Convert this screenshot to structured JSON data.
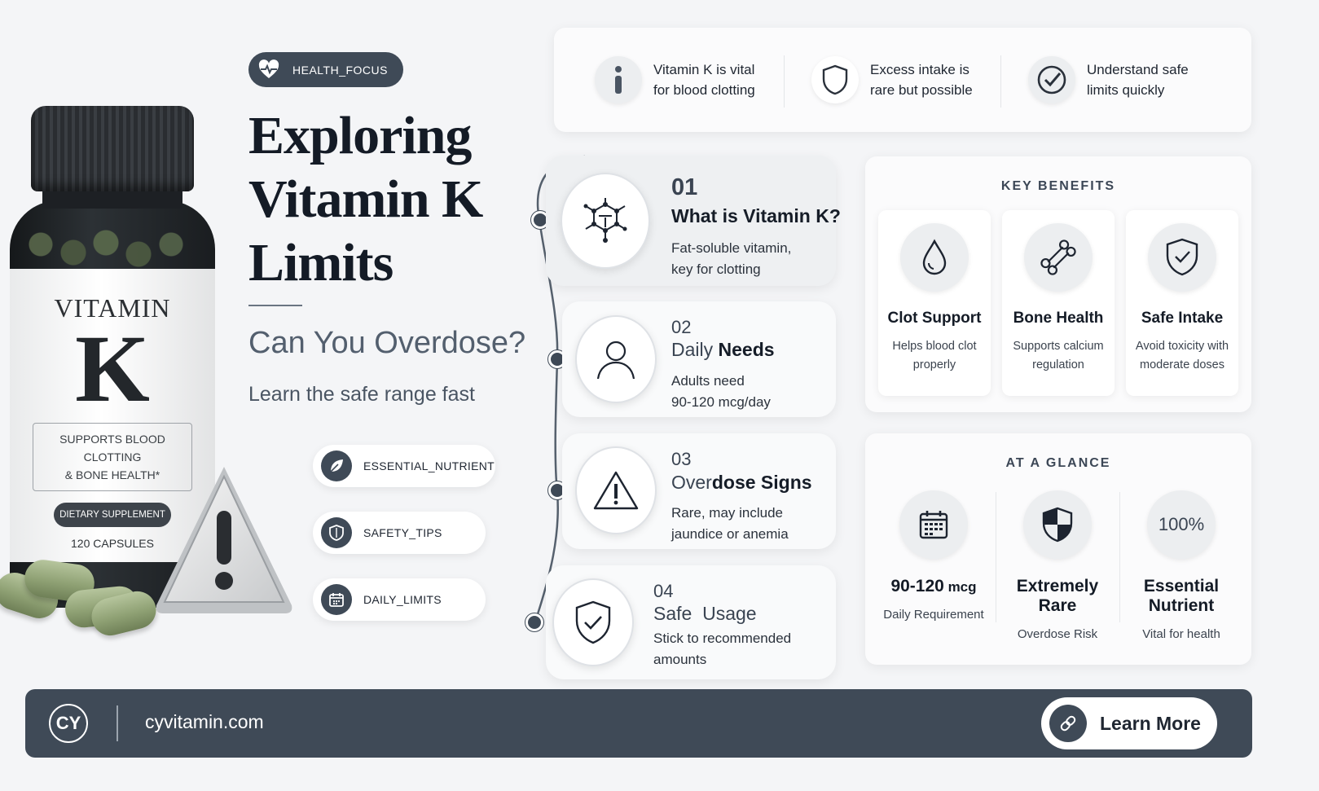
{
  "badge": {
    "label": "HEALTH_FOCUS"
  },
  "bottle": {
    "brand_top": "VITAMIN",
    "brand_letter": "K",
    "claim_line1": "SUPPORTS BLOOD CLOTTING",
    "claim_line2": "& BONE HEALTH*",
    "type": "DIETARY SUPPLEMENT",
    "count": "120 CAPSULES"
  },
  "hero": {
    "title_line1": "Exploring",
    "title_line2": "Vitamin K",
    "title_line3": "Limits",
    "subtitle": "Can You Overdose?",
    "tagline": "Learn the safe range fast"
  },
  "chips": [
    {
      "label": "ESSENTIAL_NUTRIENT",
      "icon": "leaf-icon"
    },
    {
      "label": "SAFETY_TIPS",
      "icon": "shield-icon"
    },
    {
      "label": "DAILY_LIMITS",
      "icon": "calendar-icon"
    }
  ],
  "facts": [
    {
      "line1": "Vitamin K is vital",
      "line2": "for blood clotting",
      "icon": "info-icon"
    },
    {
      "line1": "Excess intake is",
      "line2": "rare but possible",
      "icon": "shield-icon"
    },
    {
      "line1": "Understand safe",
      "line2": "limits quickly",
      "icon": "check-circle-icon"
    }
  ],
  "steps": [
    {
      "num": "01",
      "title": "What is Vitamin K?",
      "desc1": "Fat-soluble vitamin,",
      "desc2": "key for clotting",
      "icon": "molecule-icon"
    },
    {
      "num": "02",
      "title_light": "Daily",
      "title_bold": "Needs",
      "desc1": "Adults need",
      "desc2": "90-120 mcg/day",
      "icon": "person-icon"
    },
    {
      "num": "03",
      "title_light": "Over",
      "title_bold": "dose Signs",
      "desc1": "Rare, may include",
      "desc2": "jaundice or anemia",
      "icon": "warning-icon"
    },
    {
      "num": "04",
      "title": "Safe  Usage",
      "desc1": "Stick to recommended",
      "desc2": "amounts",
      "icon": "shield-check-icon"
    }
  ],
  "benefits": {
    "heading": "KEY BENEFITS",
    "items": [
      {
        "title": "Clot Support",
        "desc1": "Helps blood clot",
        "desc2": "properly",
        "icon": "droplet-icon"
      },
      {
        "title": "Bone Health",
        "desc1": "Supports calcium",
        "desc2": "regulation",
        "icon": "bone-icon"
      },
      {
        "title": "Safe Intake",
        "desc1": "Avoid toxicity with",
        "desc2": "moderate doses",
        "icon": "shield-check-icon"
      }
    ]
  },
  "glance": {
    "heading": "AT A GLANCE",
    "items": [
      {
        "value": "90-120",
        "unit": " mcg",
        "label": "Daily Requirement",
        "icon": "calendar-icon"
      },
      {
        "value": "Extremely Rare",
        "label": "Overdose Risk",
        "icon": "shield-half-icon"
      },
      {
        "badge": "100%",
        "value": "Essential Nutrient",
        "label": "Vital for health"
      }
    ]
  },
  "footer": {
    "logo": "CY",
    "site": "cyvitamin.com",
    "cta": "Learn More"
  },
  "colors": {
    "accent": "#3f4a57",
    "background": "#f4f5f7",
    "title": "#141b26"
  }
}
